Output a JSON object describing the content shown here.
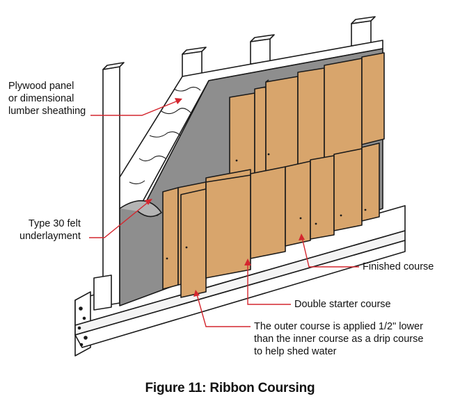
{
  "labels": {
    "plywood": "Plywood panel\nor dimensional\nlumber sheathing",
    "felt": "Type 30 felt\nunderlayment",
    "finished": "Finished course",
    "starter": "Double starter course",
    "drip": "The outer course is applied 1/2\" lower\nthan the inner course as a drip course\nto help shed water"
  },
  "caption": "Figure 11: Ribbon Coursing",
  "colors": {
    "shingle": "#d8a56c",
    "felt": "#8e8e8e",
    "leader": "#d4262e",
    "outline": "#1a1a1a",
    "wood": "#ffffff"
  }
}
